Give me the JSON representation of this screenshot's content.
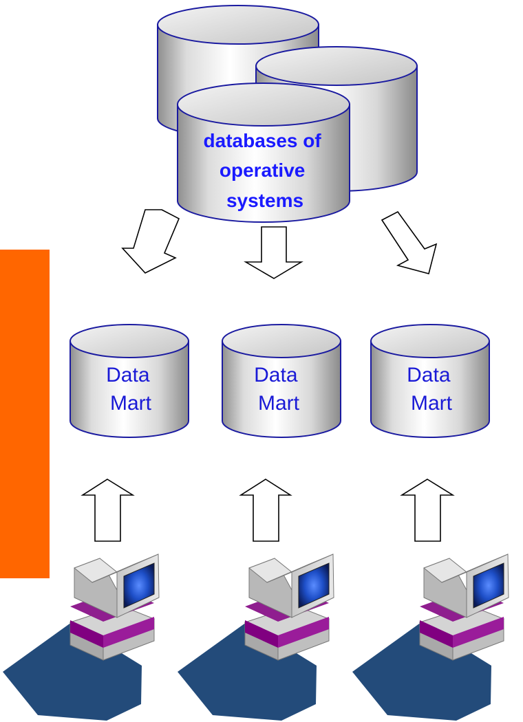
{
  "operative_db": {
    "label_lines": [
      "databases of",
      "operative",
      "systems"
    ]
  },
  "data_marts": [
    {
      "label_lines": [
        "Data",
        "Mart"
      ]
    },
    {
      "label_lines": [
        "Data",
        "Mart"
      ]
    },
    {
      "label_lines": [
        "Data",
        "Mart"
      ]
    }
  ],
  "colors": {
    "cylinder_outline": "#1a1aa0",
    "cylinder_body_light": "#ffffff",
    "cylinder_body_dark": "#8c8c8c",
    "ops_label": "#1a1aff",
    "mart_label": "#1a1ad6",
    "side_bar": "#ff6600",
    "computer_shadow": "#234b7a",
    "computer_base": "#800080",
    "computer_screen": "#1e50c8"
  }
}
